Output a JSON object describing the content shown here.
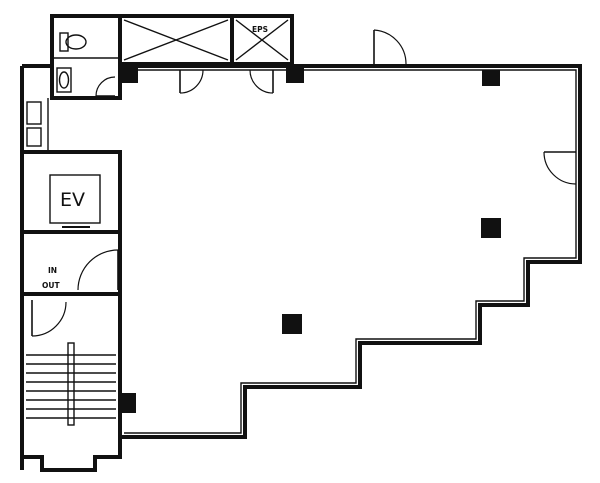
{
  "labels": {
    "elevator": "EV",
    "eps": "EPS",
    "in": "IN",
    "out": "OUT"
  },
  "colors": {
    "line": "#111111",
    "background": "#ffffff"
  }
}
